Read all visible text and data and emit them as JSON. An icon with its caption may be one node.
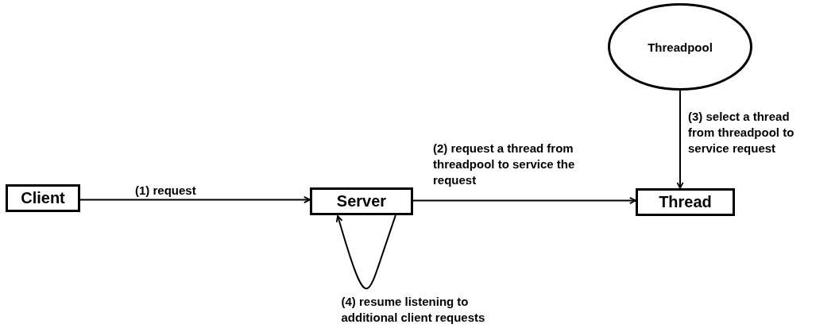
{
  "diagram": {
    "nodes": [
      {
        "text": [
          "Client"
        ]
      },
      {
        "text": [
          "Server"
        ]
      },
      {
        "text": [
          "Thread"
        ]
      },
      {
        "text": [
          "Threadpool"
        ]
      }
    ],
    "edges": [
      {
        "from": 0,
        "to": 1,
        "arrow": "to",
        "label": "(1) request"
      },
      {
        "from": 1,
        "to": 2,
        "arrow": "to",
        "label": "(2) request a thread from threadpool to service the request"
      },
      {
        "from": 3,
        "to": 2,
        "arrow": "to",
        "label": "(3) select a thread from threadpool to service request"
      },
      {
        "from": 1,
        "to": 1,
        "arrow": "to",
        "label": "(4) resume listening to additional client requests"
      }
    ]
  }
}
